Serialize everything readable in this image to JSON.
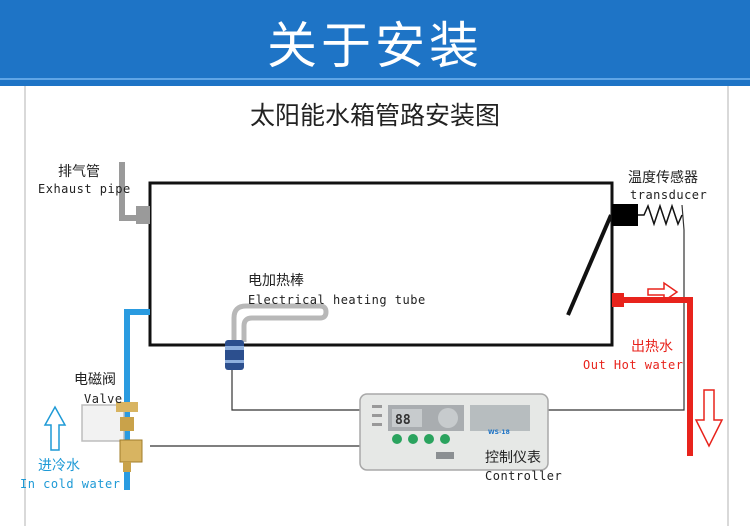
{
  "banner": {
    "title": "关于安装"
  },
  "diagram": {
    "title": "太阳能水箱管路安装图"
  },
  "labels": {
    "exhaust_cn": "排气管",
    "exhaust_en": "Exhaust pipe",
    "heater_cn": "电加热棒",
    "heater_en": "Electrical heating tube",
    "sensor_cn": "温度传感器",
    "sensor_en": "transducer",
    "hot_cn": "出热水",
    "hot_en": "Out Hot water",
    "valve_cn": "电磁阀",
    "valve_en": "Valve",
    "cold_cn": "进冷水",
    "cold_en": "In cold water",
    "controller_cn": "控制仪表",
    "controller_en": "Controller"
  },
  "controller": {
    "model": "WS-18",
    "display": "88"
  },
  "colors": {
    "banner": "#1e74c6",
    "hot_pipe": "#e8231c",
    "cold_pipe": "#2a9be0",
    "wire": "#333333",
    "controller_body": "#e6e8e6"
  },
  "icons": [
    "exhaust-pipe",
    "heating-element-icon",
    "temperature-sensor-icon",
    "solenoid-valve-icon",
    "up-arrow-icon",
    "right-arrow-icon",
    "down-arrow-icon",
    "controller-unit"
  ]
}
